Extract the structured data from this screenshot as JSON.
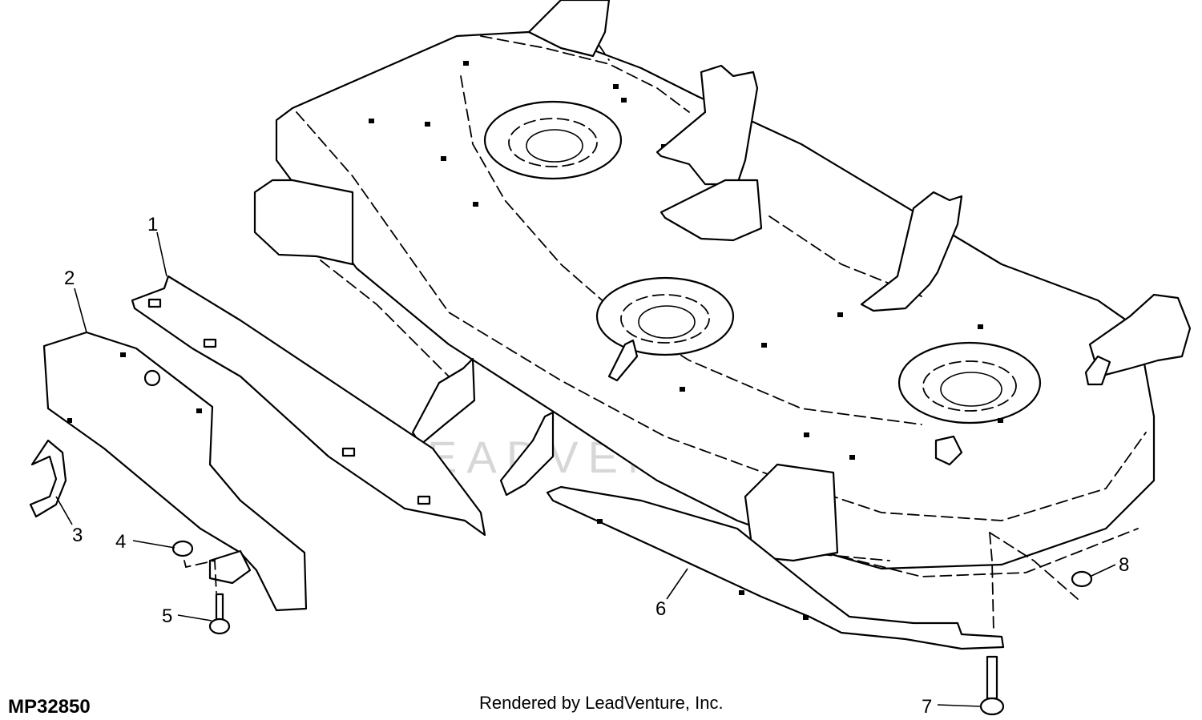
{
  "figure": {
    "id": "MP32850",
    "credit": "Rendered by LeadVenture, Inc.",
    "watermark": "LEADVENTURE"
  },
  "callouts": [
    "1",
    "2",
    "3",
    "4",
    "5",
    "6",
    "7",
    "8"
  ],
  "colors": {
    "line": "#000000",
    "background": "#ffffff",
    "watermark": "#d7d7d7"
  }
}
